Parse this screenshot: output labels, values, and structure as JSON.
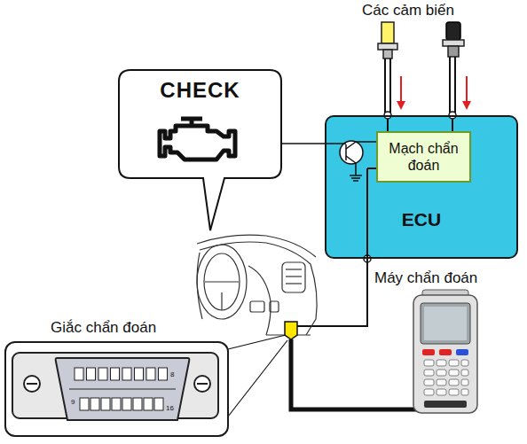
{
  "diagram": {
    "nodes": [
      {
        "text": [
          "CHECK"
        ]
      },
      {
        "text": [
          "ECU"
        ]
      },
      {
        "text": [
          "Mạch chẩn đoán"
        ],
        "in": 1
      },
      {
        "text": [
          "Giắc chẩn đoán"
        ]
      }
    ],
    "edges": [
      {
        "from": 0,
        "to": 1,
        "arrow": "none"
      }
    ],
    "labels": [
      "Các cảm biến",
      "Máy chẩn đoán",
      "8",
      "9",
      "16"
    ]
  }
}
